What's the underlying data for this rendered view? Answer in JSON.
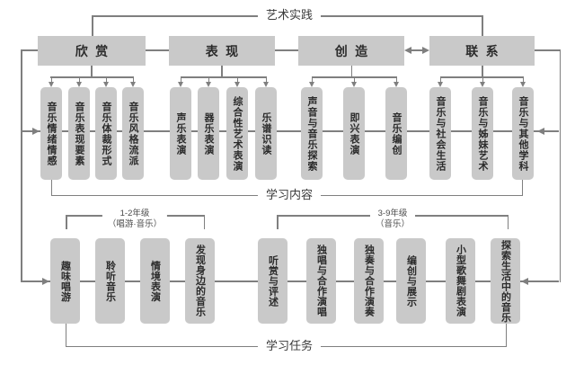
{
  "diagram": {
    "top_label": "艺术实践",
    "content_label": "学习内容",
    "task_label": "学习任务"
  },
  "categories": [
    {
      "label": "欣赏",
      "items": [
        "音乐情绪情感",
        "音乐表现要素",
        "音乐体裁形式",
        "音乐风格流派"
      ]
    },
    {
      "label": "表现",
      "items": [
        "声乐表演",
        "器乐表演",
        "综合性艺术表演",
        "乐谱识读"
      ]
    },
    {
      "label": "创造",
      "items": [
        "声音与音乐探索",
        "即兴表演",
        "音乐编创"
      ]
    },
    {
      "label": "联系",
      "items": [
        "音乐与社会生活",
        "音乐与姊妹艺术",
        "音乐与其他学科"
      ]
    }
  ],
  "grade_groups": [
    {
      "label": "1-2年级",
      "sublabel": "（唱游·音乐）",
      "tasks": [
        "趣味唱游",
        "聆听音乐",
        "情境表演",
        "发现身边的音乐"
      ]
    },
    {
      "label": "3-9年级",
      "sublabel": "（音乐）",
      "tasks": [
        "听赏与评述",
        "独唱与合作演唱",
        "独奏与合作演奏",
        "编创与展示",
        "小型歌舞剧表演",
        "探索生活中的音乐"
      ]
    }
  ],
  "colors": {
    "box_fill": "#c9c9c9",
    "line": "#7f7f7f",
    "text": "#2b2b2b",
    "background": "#ffffff"
  }
}
